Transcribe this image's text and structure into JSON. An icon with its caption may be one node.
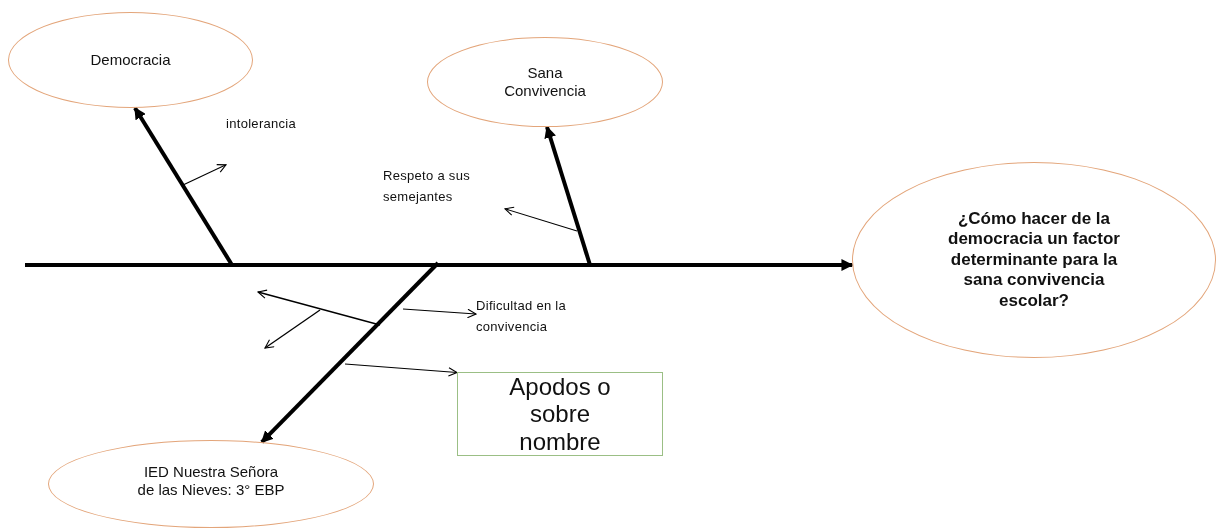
{
  "diagram": {
    "nodes": [
      {
        "text": [
          "Democracia"
        ]
      },
      {
        "text": [
          "Sana Convivencia"
        ]
      },
      {
        "text": [
          "¿Cómo hacer de la democracia un factor determinante para la sana convivencia escolar?"
        ]
      },
      {
        "text": [
          "IED Nuestra Señora de las Nieves: 3° EBP"
        ]
      },
      {
        "text": [
          "intolerancia"
        ]
      },
      {
        "text": [
          "Respeto a sus semejantes"
        ]
      },
      {
        "text": [
          "Dificultad en la convivencia"
        ]
      },
      {
        "text": [
          "Apodos o sobre nombre"
        ]
      }
    ],
    "edges": [
      {
        "from": null,
        "to": 2,
        "arrow": "to",
        "style": "thick"
      },
      {
        "from": null,
        "to": 0,
        "arrow": "to",
        "style": "thick"
      },
      {
        "from": null,
        "to": 1,
        "arrow": "to",
        "style": "thick"
      },
      {
        "from": null,
        "to": 3,
        "arrow": "to",
        "style": "thick"
      },
      {
        "from": null,
        "to": 4,
        "arrow": "to"
      },
      {
        "from": null,
        "to": 5,
        "arrow": "to"
      },
      {
        "from": null,
        "to": 6,
        "arrow": "to"
      },
      {
        "from": null,
        "to": 7,
        "arrow": "to"
      }
    ]
  }
}
